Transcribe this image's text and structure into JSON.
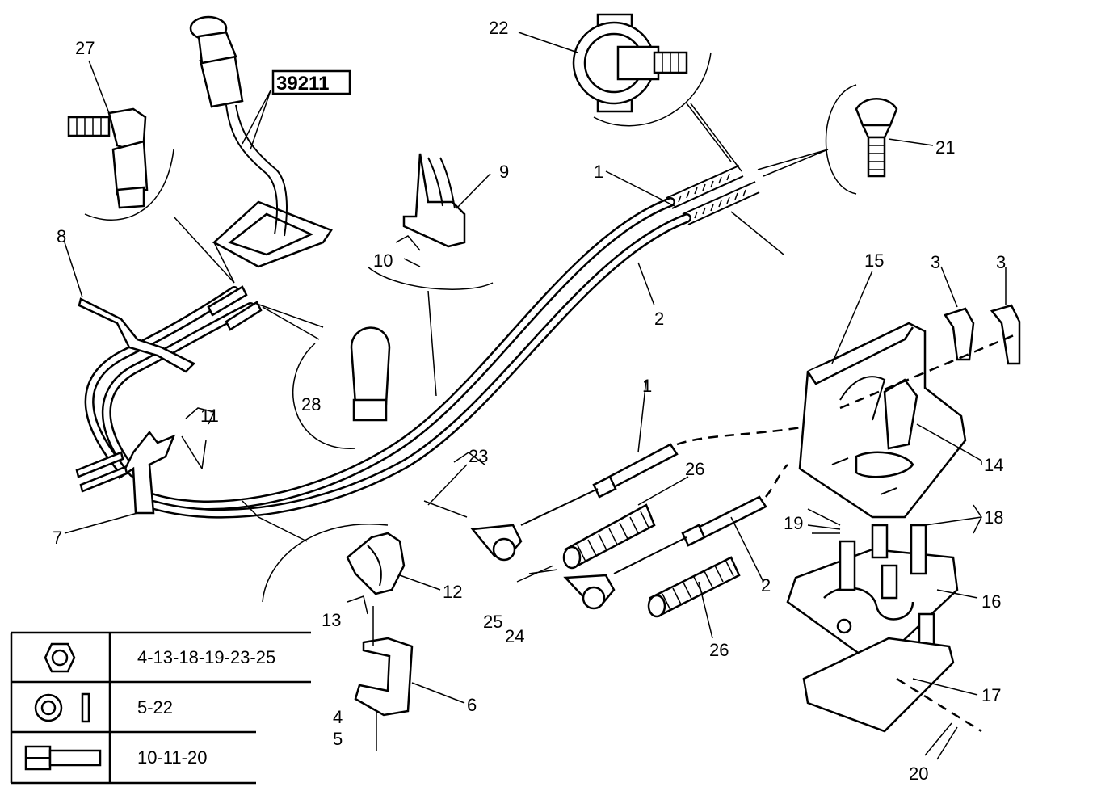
{
  "callouts": {
    "c1a": "1",
    "c1b": "1",
    "c2a": "2",
    "c2b": "2",
    "c3a": "3",
    "c3b": "3",
    "c4": "4",
    "c5": "5",
    "c6": "6",
    "c7": "7",
    "c8": "8",
    "c9": "9",
    "c10": "10",
    "c11": "11",
    "c12": "12",
    "c13": "13",
    "c14": "14",
    "c15": "15",
    "c16": "16",
    "c17": "17",
    "c18": "18",
    "c19": "19",
    "c20": "20",
    "c21": "21",
    "c22": "22",
    "c23": "23",
    "c24": "24",
    "c25": "25",
    "c26a": "26",
    "c26b": "26",
    "c27": "27",
    "c28": "28"
  },
  "reference_box": "39211",
  "legend": [
    {
      "icon": "hex-nut-icon",
      "parts": "4-13-18-19-23-25"
    },
    {
      "icon": "washer-icon",
      "parts": "5-22"
    },
    {
      "icon": "bolt-icon",
      "parts": "10-11-20"
    }
  ]
}
